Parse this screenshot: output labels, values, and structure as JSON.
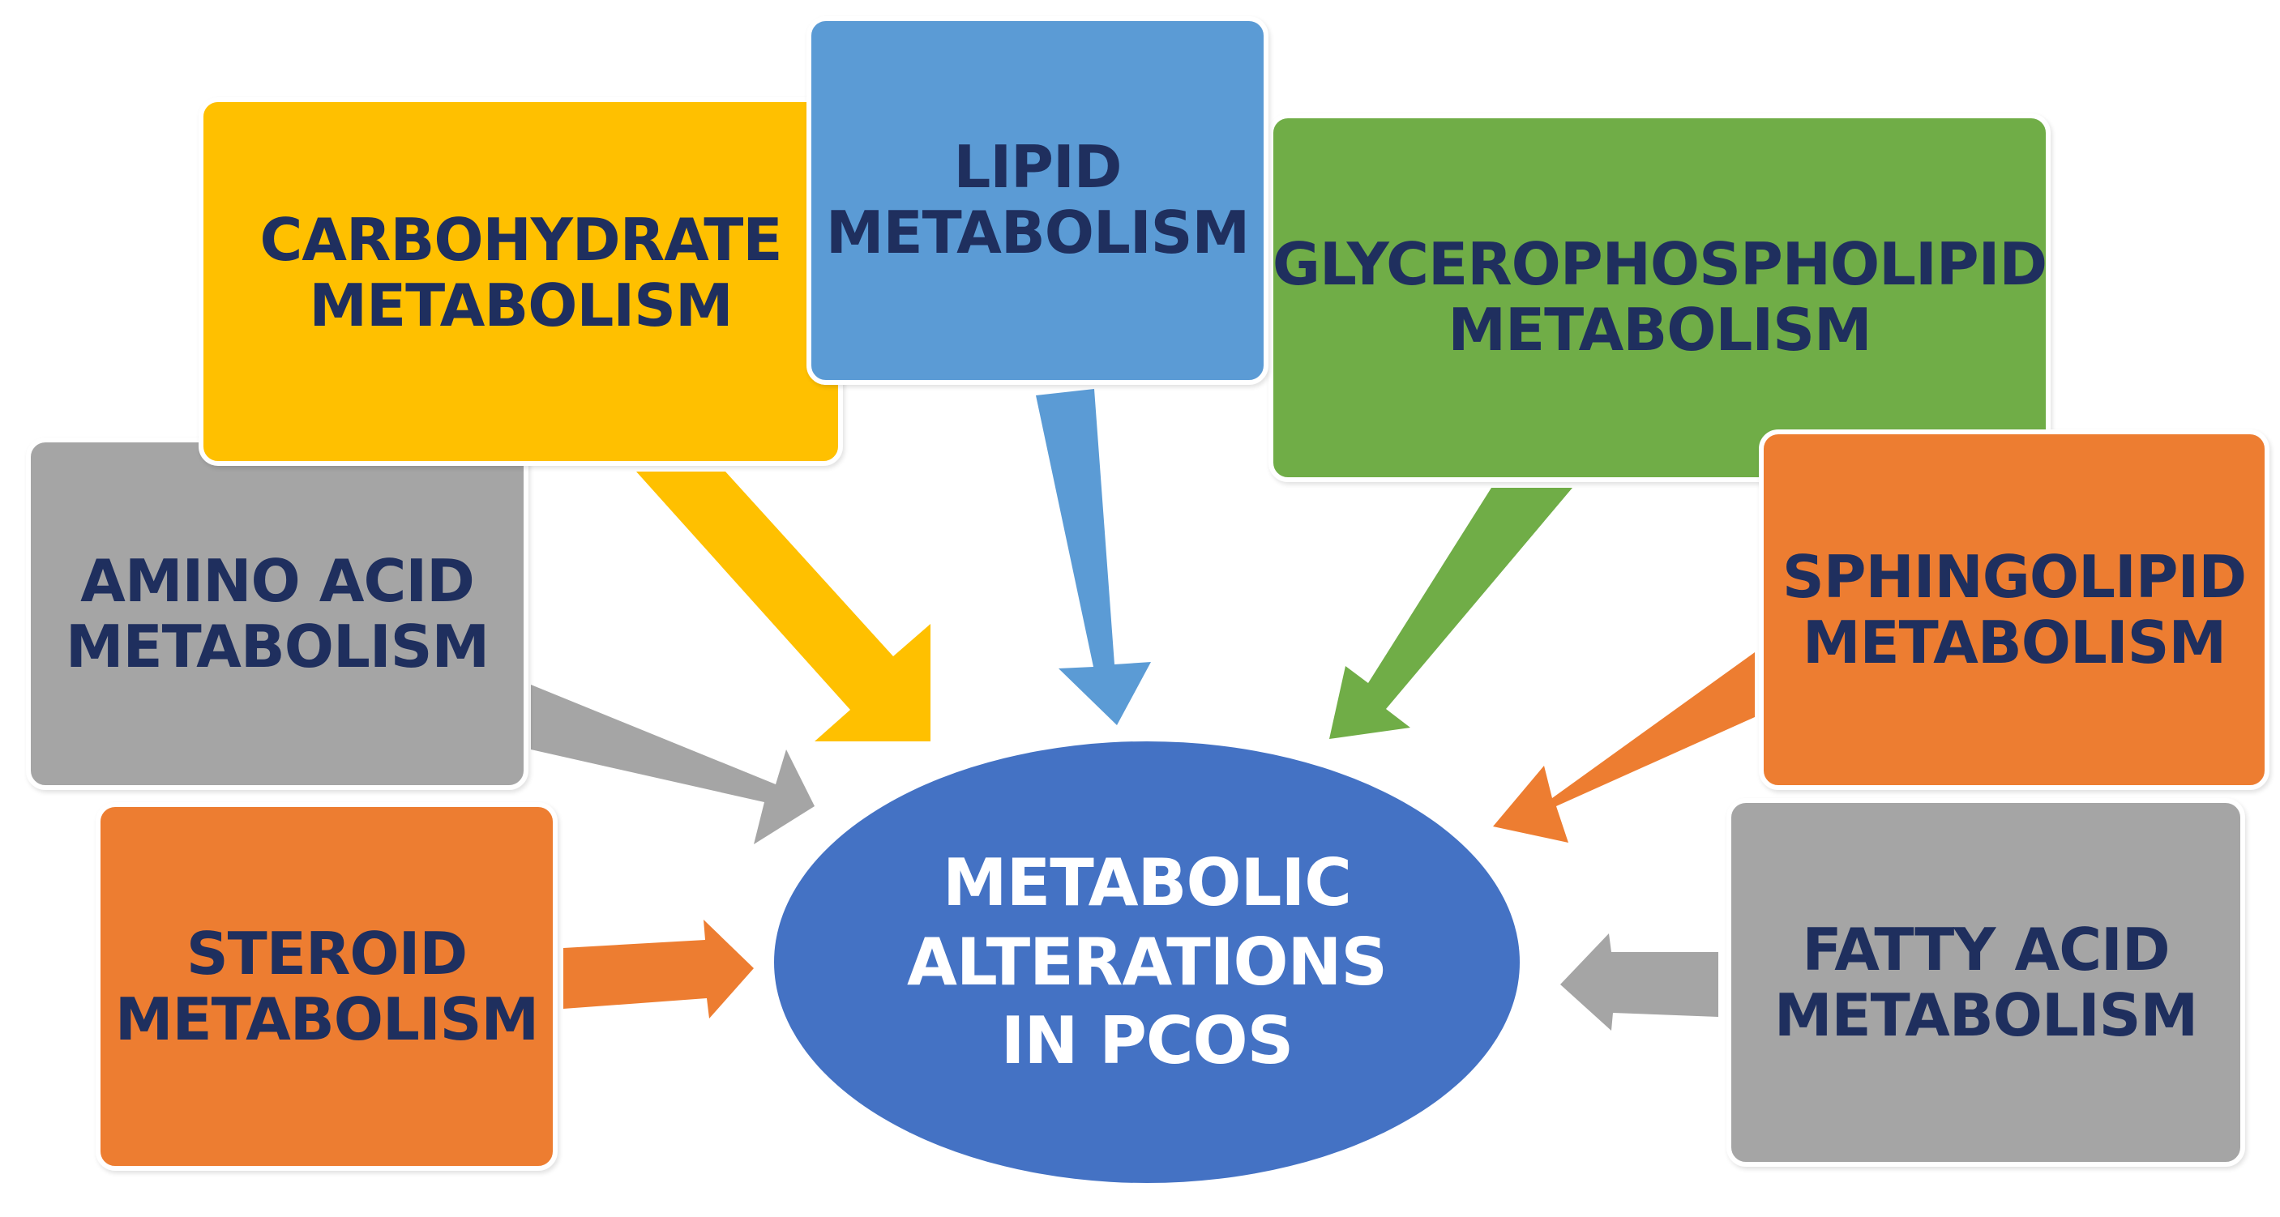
{
  "center": {
    "lines": [
      "METABOLIC",
      "ALTERATIONS",
      "IN PCOS"
    ],
    "color": "#4472c4"
  },
  "nodes": [
    {
      "id": "lipid",
      "lines": [
        "LIPID",
        "METABOLISM"
      ],
      "color": "#5b9bd5"
    },
    {
      "id": "carb",
      "lines": [
        "CARBOHYDRATE",
        "METABOLISM"
      ],
      "color": "#ffc000"
    },
    {
      "id": "glycero",
      "lines": [
        "GLYCEROPHOSPHOLIPID",
        "METABOLISM"
      ],
      "color": "#70ad47"
    },
    {
      "id": "amino",
      "lines": [
        "AMINO ACID",
        "METABOLISM"
      ],
      "color": "#a5a5a5"
    },
    {
      "id": "sphingo",
      "lines": [
        "SPHINGOLIPID",
        "METABOLISM"
      ],
      "color": "#ed7d31"
    },
    {
      "id": "steroid",
      "lines": [
        "STEROID",
        "METABOLISM"
      ],
      "color": "#ed7d31"
    },
    {
      "id": "fatty",
      "lines": [
        "FATTY ACID",
        "METABOLISM"
      ],
      "color": "#a5a5a5"
    }
  ],
  "text_color": "#1f2f5e"
}
